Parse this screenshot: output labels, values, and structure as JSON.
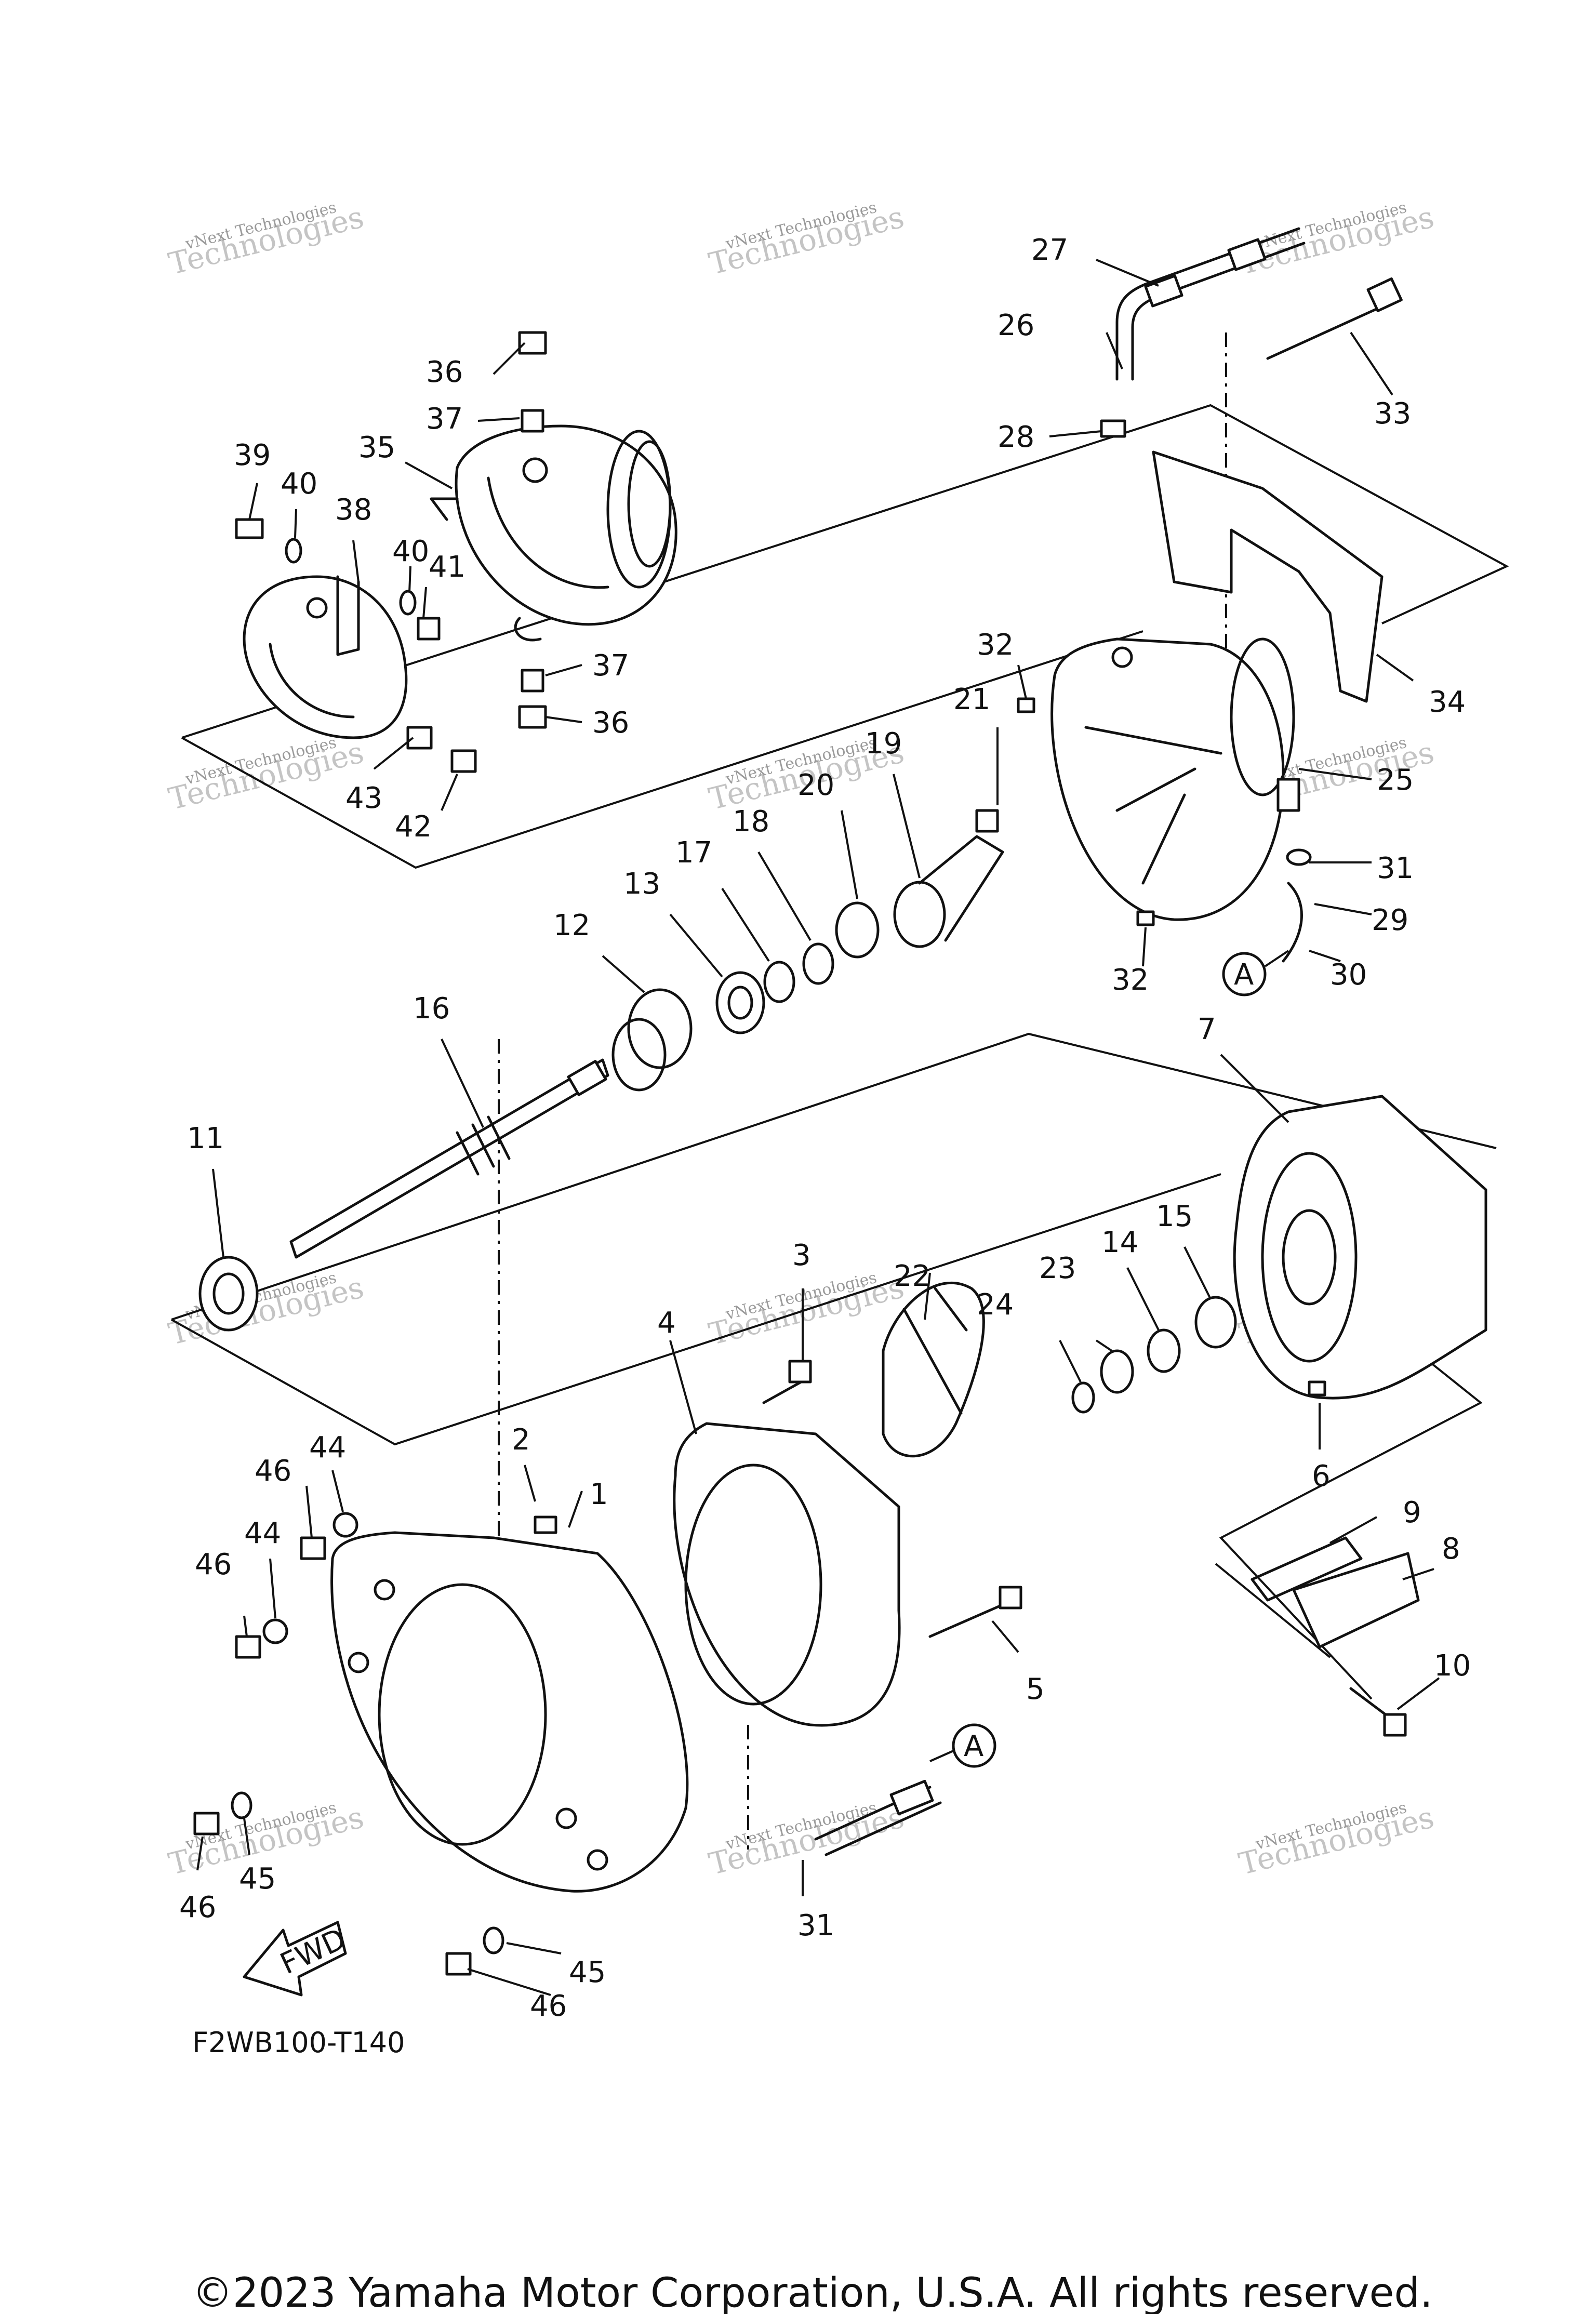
{
  "diagram": {
    "drawing_code": "F2WB100-T140",
    "copyright": "©2023 Yamaha Motor Corporation, U.S.A. All rights reserved.",
    "fwd_label": "FWD",
    "ref_label": "A",
    "watermark": {
      "line1": "vNext Technologies",
      "line2": "Technologies"
    },
    "callouts": [
      "1",
      "2",
      "3",
      "4",
      "5",
      "6",
      "7",
      "8",
      "9",
      "10",
      "11",
      "12",
      "13",
      "14",
      "15",
      "16",
      "17",
      "18",
      "19",
      "20",
      "21",
      "22",
      "23",
      "24",
      "25",
      "26",
      "27",
      "28",
      "29",
      "30",
      "31",
      "31",
      "32",
      "32",
      "33",
      "34",
      "35",
      "36",
      "36",
      "37",
      "37",
      "38",
      "39",
      "40",
      "40",
      "41",
      "42",
      "43",
      "44",
      "44",
      "45",
      "45",
      "46",
      "46",
      "46",
      "46"
    ]
  }
}
